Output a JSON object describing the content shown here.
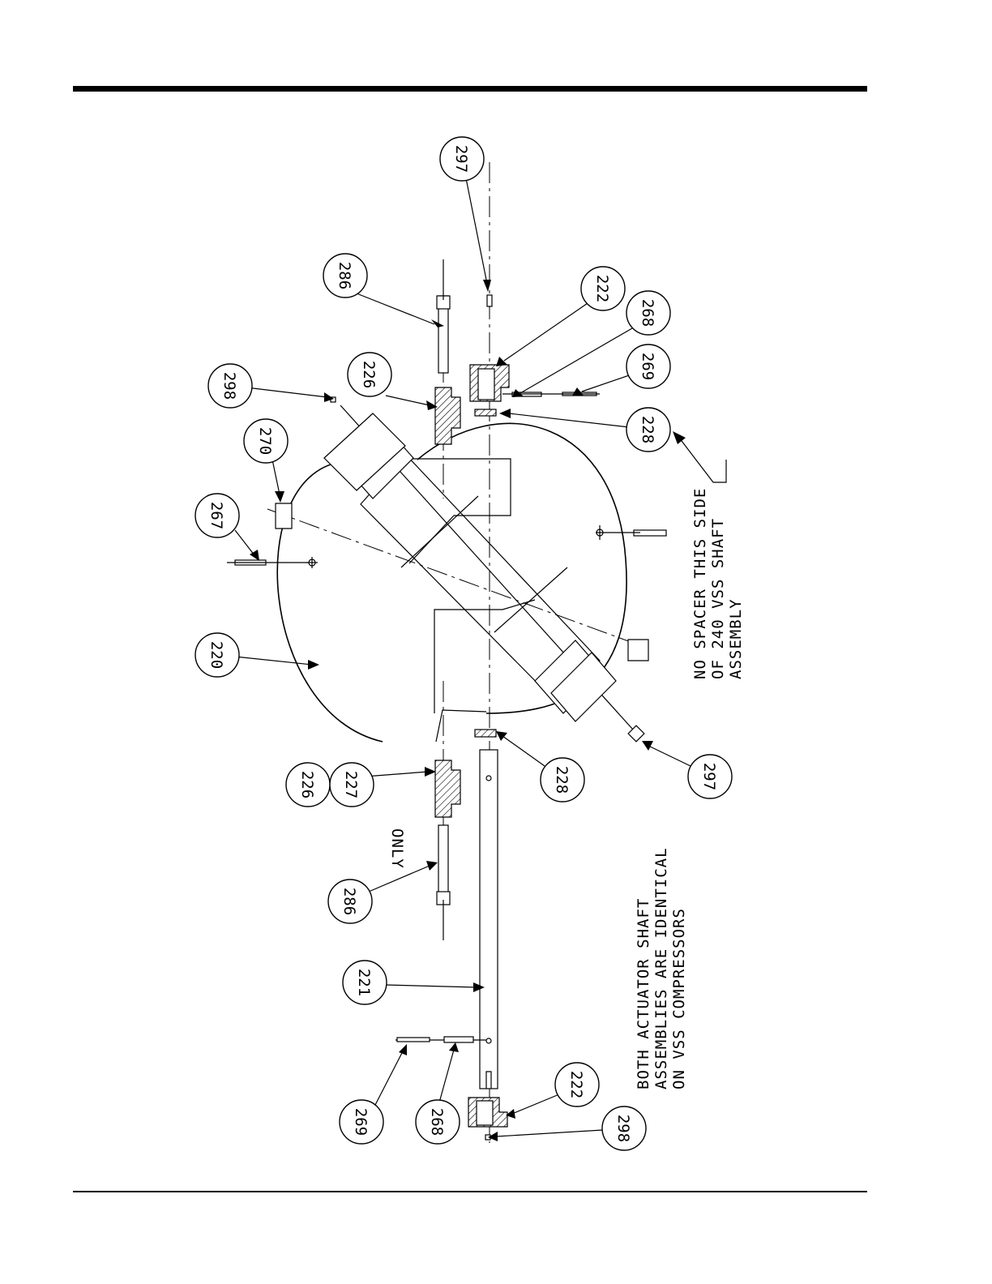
{
  "callouts": [
    {
      "id": "c297a",
      "label": "297"
    },
    {
      "id": "c286a",
      "label": "286"
    },
    {
      "id": "c222a",
      "label": "222"
    },
    {
      "id": "c268a",
      "label": "268"
    },
    {
      "id": "c269a",
      "label": "269"
    },
    {
      "id": "c228a",
      "label": "228"
    },
    {
      "id": "c298a",
      "label": "298"
    },
    {
      "id": "c226a",
      "label": "226"
    },
    {
      "id": "c270",
      "label": "270"
    },
    {
      "id": "c267",
      "label": "267"
    },
    {
      "id": "c220",
      "label": "220"
    },
    {
      "id": "c226b",
      "label": "226"
    },
    {
      "id": "c227",
      "label": "227"
    },
    {
      "id": "c228b",
      "label": "228"
    },
    {
      "id": "c297b",
      "label": "297"
    },
    {
      "id": "c286b",
      "label": "286"
    },
    {
      "id": "c221",
      "label": "221"
    },
    {
      "id": "c269b",
      "label": "269"
    },
    {
      "id": "c268b",
      "label": "268"
    },
    {
      "id": "c222b",
      "label": "222"
    },
    {
      "id": "c298b",
      "label": "298"
    }
  ],
  "notes": {
    "only": "ONLY",
    "no_spacer": [
      "NO SPACER THIS SIDE",
      "OF 240 VSS SHAFT",
      "ASSEMBLY"
    ],
    "both_actuator": [
      "BOTH ACTUATOR SHAFT",
      "ASSEMBLIES ARE IDENTICAL",
      "ON VSS COMPRESSORS"
    ]
  }
}
